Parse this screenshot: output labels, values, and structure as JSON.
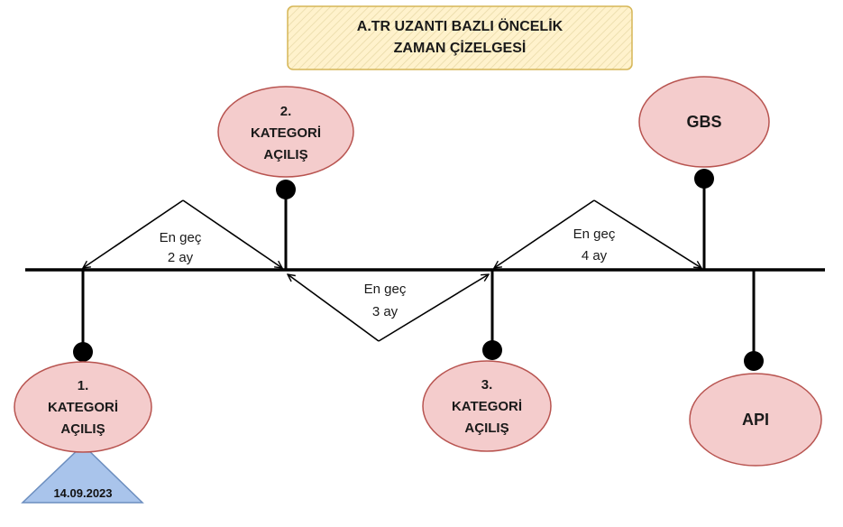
{
  "title": {
    "line1": "A.TR UZANTI BAZLI ÖNCELİK",
    "line2": "ZAMAN ÇİZELGESİ"
  },
  "milestones": {
    "cat1": {
      "l1": "1.",
      "l2": "KATEGORİ",
      "l3": "AÇILIŞ"
    },
    "cat2": {
      "l1": "2.",
      "l2": "KATEGORİ",
      "l3": "AÇILIŞ"
    },
    "cat3": {
      "l1": "3.",
      "l2": "KATEGORİ",
      "l3": "AÇILIŞ"
    },
    "gbs": "GBS",
    "api": "API"
  },
  "start_date": "14.09.2023",
  "intervals": {
    "i1": {
      "l1": "En geç",
      "l2": "2 ay"
    },
    "i2": {
      "l1": "En geç",
      "l2": "3 ay"
    },
    "i3": {
      "l1": "En geç",
      "l2": "4 ay"
    }
  },
  "colors": {
    "ellipse_fill": "#f4cccc",
    "ellipse_stroke": "#b85450",
    "title_fill": "#fff2cc",
    "title_stroke": "#d6b656",
    "date_fill": "#a9c4eb",
    "date_stroke": "#6c8ebf",
    "line": "#000000"
  }
}
